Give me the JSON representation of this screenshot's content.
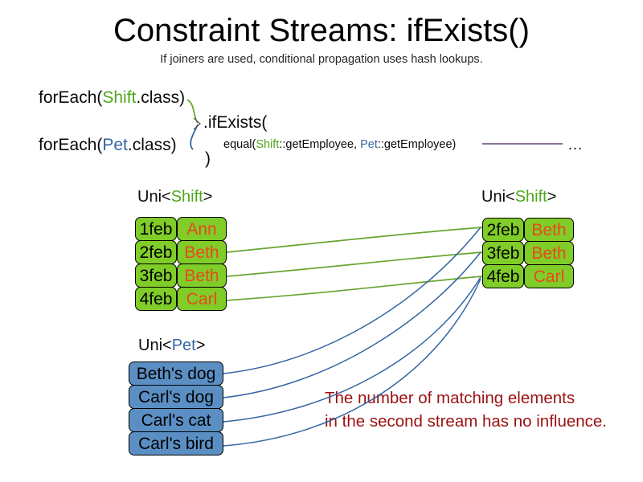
{
  "slide": {
    "title": "Constraint Streams: ifExists()",
    "subtitle": "If joiners are used, conditional propagation uses hash lookups."
  },
  "code": {
    "foreach_shift_pre": "forEach(",
    "foreach_shift_type": "Shift",
    "foreach_shift_post": ".class)",
    "foreach_pet_pre": "forEach(",
    "foreach_pet_type": "Pet",
    "foreach_pet_post": ".class)",
    "ifexists": ".ifExists(",
    "equal_pre": "equal(",
    "equal_left_type": "Shift",
    "equal_left_method": "::getEmployee, ",
    "equal_right_type": "Pet",
    "equal_right_method": "::getEmployee)",
    "close_paren": ")",
    "ellipsis": "…"
  },
  "streams": {
    "left_shift": {
      "label_pre": "Uni<",
      "label_type": "Shift",
      "label_post": ">",
      "rows": [
        {
          "date": "1feb",
          "name": "Ann"
        },
        {
          "date": "2feb",
          "name": "Beth"
        },
        {
          "date": "3feb",
          "name": "Beth"
        },
        {
          "date": "4feb",
          "name": "Carl"
        }
      ]
    },
    "right_shift": {
      "label_pre": "Uni<",
      "label_type": "Shift",
      "label_post": ">",
      "rows": [
        {
          "date": "2feb",
          "name": "Beth"
        },
        {
          "date": "3feb",
          "name": "Beth"
        },
        {
          "date": "4feb",
          "name": "Carl"
        }
      ]
    },
    "pet": {
      "label_pre": "Uni<",
      "label_type": "Pet",
      "label_post": ">",
      "rows": [
        {
          "name": "Beth's dog"
        },
        {
          "name": "Carl's dog"
        },
        {
          "name": "Carl's cat"
        },
        {
          "name": "Carl's bird"
        }
      ]
    }
  },
  "annotation": {
    "text": "The number of matching elements\nin the second stream has no influence."
  },
  "colors": {
    "shift_green": "#80cc28",
    "pet_blue": "#5b8fc4",
    "name_orange": "#e8491d",
    "type_green": "#4fa81b",
    "type_blue": "#3465a4",
    "annotation_red": "#9c1111",
    "connector_green": "#6aa530",
    "connector_blue": "#3465a4",
    "rule_purple": "#7a5f8a"
  }
}
